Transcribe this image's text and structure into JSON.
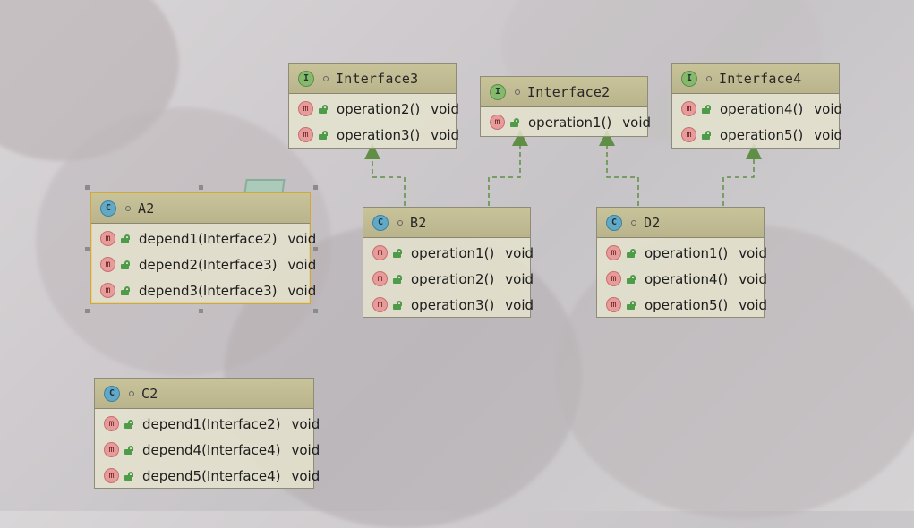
{
  "diagram": {
    "interface3": {
      "kind": "I",
      "name": "Interface3",
      "methods": [
        {
          "signature": "operation2()",
          "return": "void"
        },
        {
          "signature": "operation3()",
          "return": "void"
        }
      ]
    },
    "interface2": {
      "kind": "I",
      "name": "Interface2",
      "methods": [
        {
          "signature": "operation1()",
          "return": "void"
        }
      ]
    },
    "interface4": {
      "kind": "I",
      "name": "Interface4",
      "methods": [
        {
          "signature": "operation4()",
          "return": "void"
        },
        {
          "signature": "operation5()",
          "return": "void"
        }
      ]
    },
    "a2": {
      "kind": "C",
      "name": "A2",
      "methods": [
        {
          "signature": "depend1(Interface2)",
          "return": "void"
        },
        {
          "signature": "depend2(Interface3)",
          "return": "void"
        },
        {
          "signature": "depend3(Interface3)",
          "return": "void"
        }
      ]
    },
    "b2": {
      "kind": "C",
      "name": "B2",
      "methods": [
        {
          "signature": "operation1()",
          "return": "void"
        },
        {
          "signature": "operation2()",
          "return": "void"
        },
        {
          "signature": "operation3()",
          "return": "void"
        }
      ]
    },
    "d2": {
      "kind": "C",
      "name": "D2",
      "methods": [
        {
          "signature": "operation1()",
          "return": "void"
        },
        {
          "signature": "operation4()",
          "return": "void"
        },
        {
          "signature": "operation5()",
          "return": "void"
        }
      ]
    },
    "c2": {
      "kind": "C",
      "name": "C2",
      "methods": [
        {
          "signature": "depend1(Interface2)",
          "return": "void"
        },
        {
          "signature": "depend4(Interface4)",
          "return": "void"
        },
        {
          "signature": "depend5(Interface4)",
          "return": "void"
        }
      ]
    }
  },
  "colors": {
    "header": "#c5bf97",
    "body": "#e4e2cd",
    "selection": "#d1a83a",
    "arrow": "#5f8e45",
    "method_icon": "#e79b9b",
    "interface_badge": "#86b86d",
    "class_badge": "#63a9c6"
  },
  "icons": {
    "interface": "interface-badge-icon",
    "class": "class-badge-icon",
    "method": "method-icon",
    "visibility": "lock-icon"
  }
}
